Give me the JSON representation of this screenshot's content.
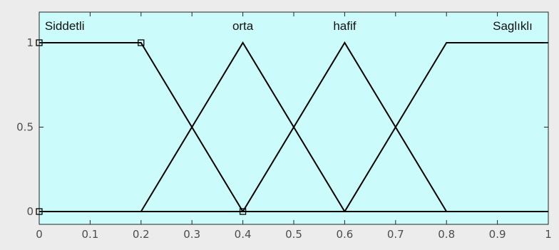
{
  "chart_data": {
    "type": "line",
    "xlim": [
      0,
      1
    ],
    "ylim": [
      0,
      1
    ],
    "x_ticks": [
      0,
      0.1,
      0.2,
      0.3,
      0.4,
      0.5,
      0.6,
      0.7,
      0.8,
      0.9,
      1
    ],
    "x_tick_labels": [
      "0",
      "0.1",
      "0.2",
      "0.3",
      "0.4",
      "0.5",
      "0.6",
      "0.7",
      "0.8",
      "0.9",
      "1"
    ],
    "y_ticks": [
      0,
      0.5,
      1
    ],
    "y_tick_labels": [
      "0",
      "0.5",
      "1"
    ],
    "grid": false,
    "background_color": "#ccfbfb",
    "line_color": "#000000",
    "series": [
      {
        "name": "Siddetli",
        "x": [
          0,
          0.2,
          0.4,
          1
        ],
        "y": [
          1,
          1,
          0,
          0
        ],
        "label_x": 0.05
      },
      {
        "name": "orta",
        "x": [
          0,
          0.2,
          0.4,
          0.6,
          1
        ],
        "y": [
          0,
          0,
          1,
          0,
          0
        ],
        "label_x": 0.4
      },
      {
        "name": "hafif",
        "x": [
          0,
          0.4,
          0.6,
          0.8,
          1
        ],
        "y": [
          0,
          0,
          1,
          0,
          0
        ],
        "label_x": 0.6
      },
      {
        "name": "Saglıklı",
        "x": [
          0,
          0.6,
          0.8,
          1
        ],
        "y": [
          0,
          0,
          1,
          1
        ],
        "label_x": 0.93
      }
    ],
    "marker_points": [
      {
        "x": 0,
        "y": 1
      },
      {
        "x": 0.2,
        "y": 1
      },
      {
        "x": 0,
        "y": 0
      },
      {
        "x": 0.4,
        "y": 0
      }
    ]
  }
}
